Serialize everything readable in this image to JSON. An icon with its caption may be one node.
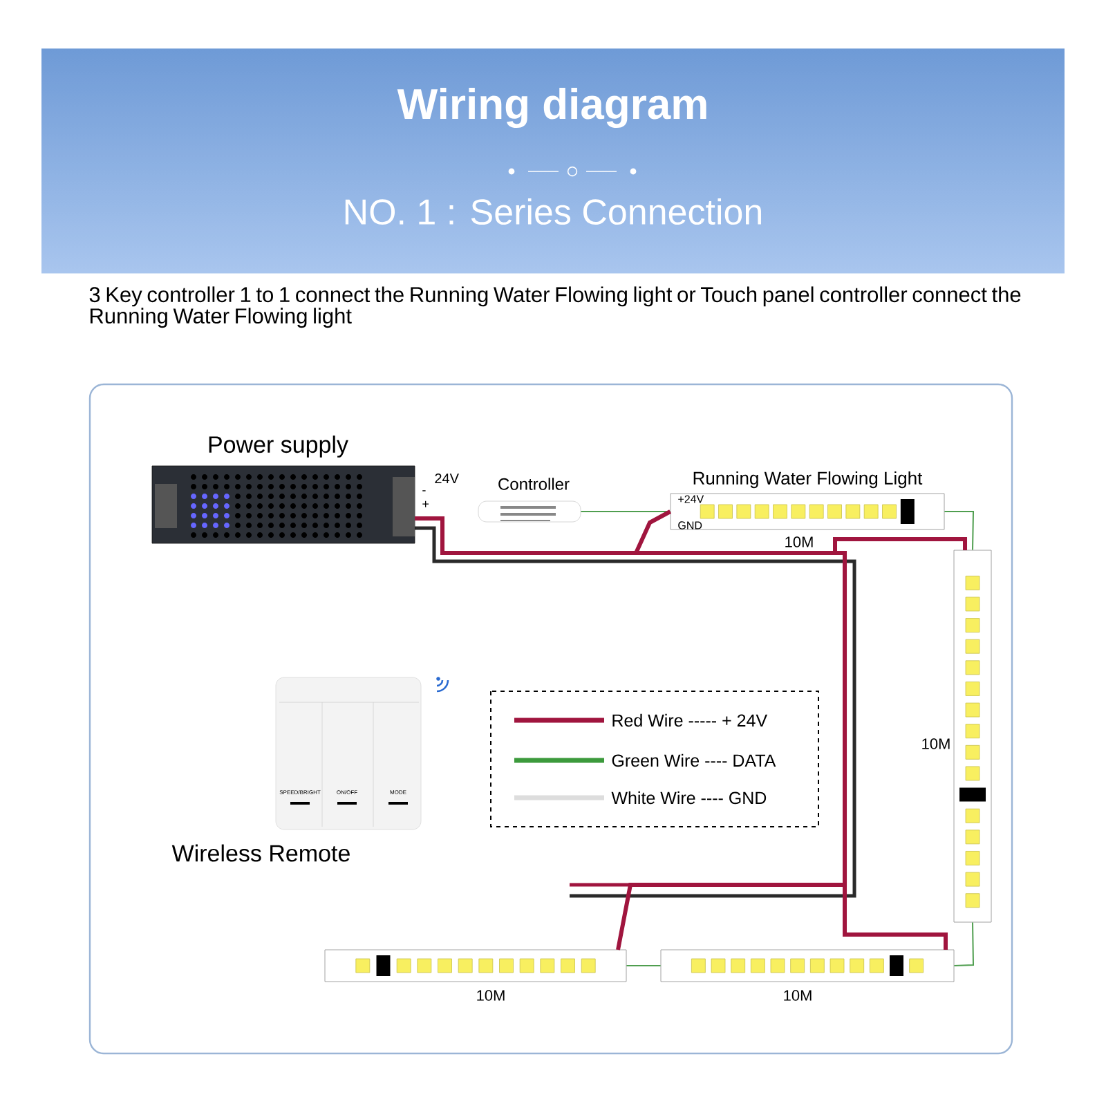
{
  "diagram": {
    "title": "Wiring diagram",
    "nodes": [
      {
        "text": [
          "Power supply"
        ],
        "beside": [
          "24V",
          "-",
          "+"
        ]
      },
      {
        "text": [
          "Controller"
        ]
      },
      {
        "text": [
          "Running Water Flowing Light",
          "+24V",
          "GND"
        ],
        "beside": [
          "10M"
        ]
      },
      {
        "text": [],
        "shape": "bar",
        "beside": [
          "10M"
        ]
      },
      {
        "text": [],
        "shape": "bar",
        "beside": [
          "10M"
        ]
      },
      {
        "text": [],
        "shape": "bar",
        "beside": [
          "10M"
        ]
      },
      {
        "text": [
          "Wireless Remote",
          "SPEED/BRIGHT",
          "ON/OFF",
          "MODE"
        ]
      }
    ],
    "edges": [
      {
        "from": 1,
        "to": 2,
        "arrow": "none"
      },
      {
        "from": 2,
        "to": 3,
        "arrow": "none"
      },
      {
        "from": 3,
        "to": 4,
        "arrow": "none"
      },
      {
        "from": 4,
        "to": 5,
        "arrow": "none"
      },
      {
        "from": 0,
        "to": 2,
        "arrow": "none",
        "style": "thick",
        "color": "#a0153e"
      },
      {
        "from": 0,
        "to": 3,
        "arrow": "none",
        "style": "thick",
        "color": "#a0153e"
      },
      {
        "from": 0,
        "to": 4,
        "arrow": "none",
        "style": "thick",
        "color": "#a0153e"
      },
      {
        "from": 0,
        "to": 5,
        "arrow": "none",
        "style": "thick",
        "color": "#a0153e"
      }
    ],
    "labels": [
      "NO. 1 : Series Connection",
      "3 Key controller 1 to 1 connect the Running Water Flowing light or Touch panel controller connect the Running Water Flowing light"
    ],
    "legend": [
      {
        "text": "Red Wire ----- + 24V",
        "color": "#a0153e"
      },
      {
        "text": "Green Wire ---- DATA",
        "color": "#3c9a3c"
      },
      {
        "text": "White Wire ---- GND",
        "color": "#dddddd"
      }
    ]
  }
}
